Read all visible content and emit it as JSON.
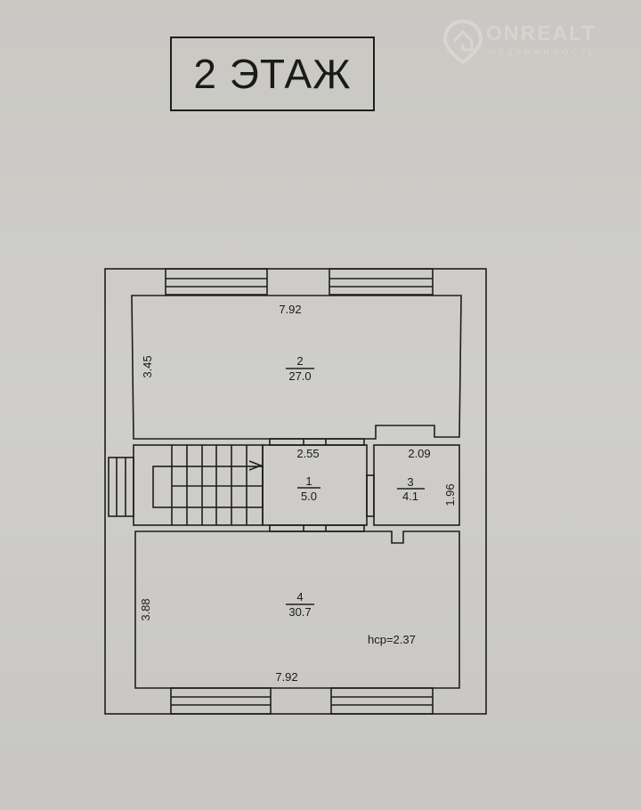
{
  "title": "2 ЭТАЖ",
  "watermark": {
    "name": "ONREALT",
    "subtitle": "НЕДВИЖИМОСТЬ"
  },
  "rooms": [
    {
      "number": "2",
      "area": "27.0",
      "width": "7.92",
      "depth": "3.45"
    },
    {
      "number": "1",
      "area": "5.0",
      "width": "2.55"
    },
    {
      "number": "3",
      "area": "4.1",
      "width": "2.09",
      "depth": "1.96"
    },
    {
      "number": "4",
      "area": "30.7",
      "width": "7.92",
      "depth": "3.88"
    }
  ],
  "ceiling_height": "hcp=2.37"
}
